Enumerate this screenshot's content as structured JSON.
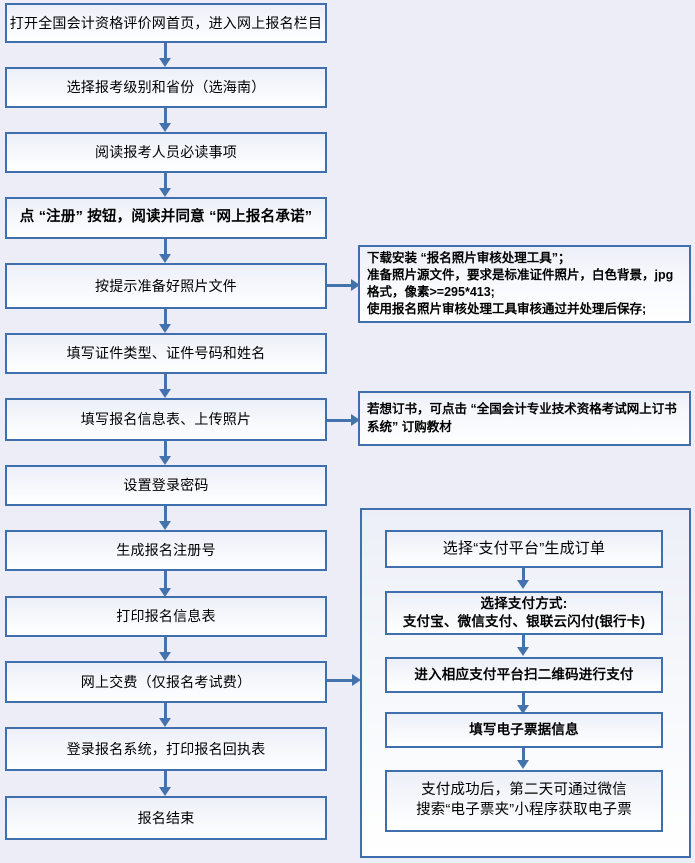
{
  "background_color": "#ecedf6",
  "border_color": "#3f6fad",
  "connector_color": "#4472ad",
  "flow": {
    "steps": [
      {
        "label": "打开全国会计资格评价网首页，进入网上报名栏目"
      },
      {
        "label": "选择报考级别和省份（选海南）"
      },
      {
        "label": "阅读报考人员必读事项"
      },
      {
        "label": "点 “注册” 按钮，阅读并同意 “网上报名承诺”"
      },
      {
        "label": "按提示准备好照片文件"
      },
      {
        "label": "填写证件类型、证件号码和姓名"
      },
      {
        "label": "填写报名信息表、上传照片"
      },
      {
        "label": "设置登录密码"
      },
      {
        "label": "生成报名注册号"
      },
      {
        "label": "打印报名信息表"
      },
      {
        "label": "网上交费（仅报名考试费）"
      },
      {
        "label": "登录报名系统，打印报名回执表"
      },
      {
        "label": "报名结束"
      }
    ]
  },
  "notes": {
    "photo_note": "下载安装 “报名照片审核处理工具”；\n准备照片源文件，要求是标准证件照片，白色背景，jpg格式，像素>=295*413;\n使用报名照片审核处理工具审核通过并处理后保存;",
    "book_note": "若想订书，可点击 “全国会计专业技术资格考试网上订书系统” 订购教材"
  },
  "payment_flow": {
    "steps": [
      {
        "label": "选择“支付平台”生成订单"
      },
      {
        "label": "选择支付方式:\n支付宝、微信支付、银联云闪付(银行卡)"
      },
      {
        "label": "进入相应支付平台扫二维码进行支付"
      },
      {
        "label": "填写电子票据信息"
      },
      {
        "label": "支付成功后，第二天可通过微信\n搜索“电子票夹”小程序获取电子票"
      }
    ]
  }
}
